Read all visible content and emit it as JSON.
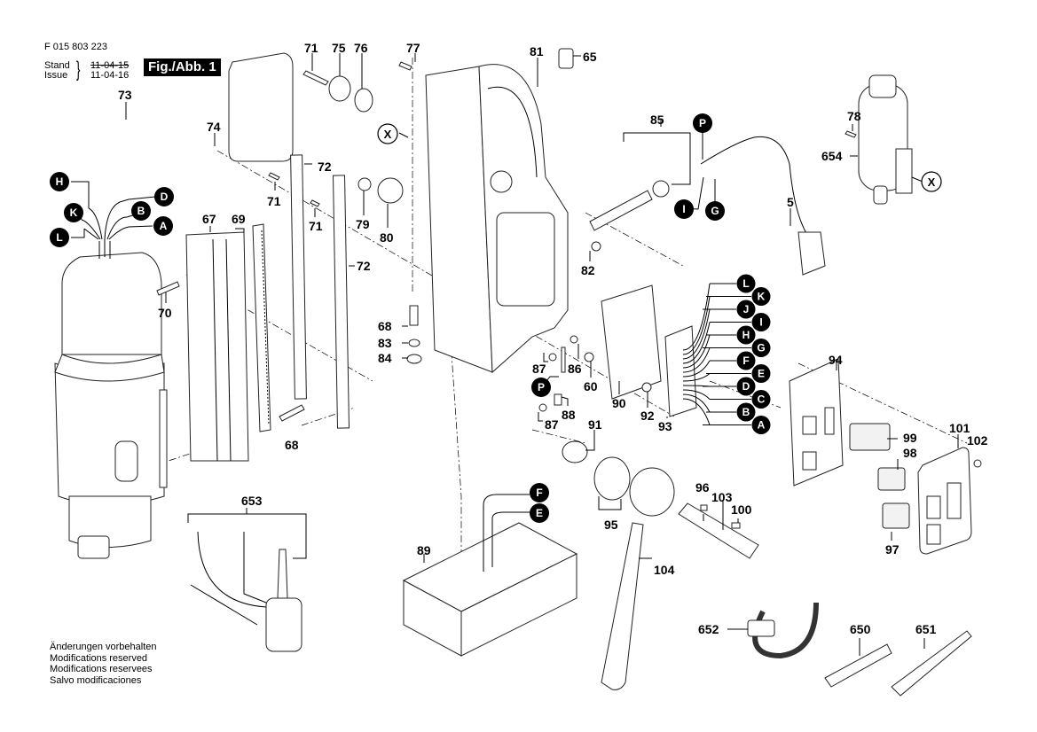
{
  "header": {
    "doc_number": "F 015 803 223",
    "stand_label": "Stand",
    "issue_label": "Issue",
    "brace": "}",
    "stand_date": "11-04-15",
    "issue_date": "11-04-16",
    "figure_label": "Fig./Abb. 1"
  },
  "footer": {
    "lines": [
      "Änderungen vorbehalten",
      "Modifications reserved",
      "Modifications reservees",
      "Salvo modificaciones"
    ]
  },
  "parts": {
    "p5": "5",
    "p60": "60",
    "p65": "65",
    "p67": "67",
    "p68a": "68",
    "p68b": "68",
    "p69": "69",
    "p70": "70",
    "p71a": "71",
    "p71b": "71",
    "p71c": "71",
    "p72a": "72",
    "p72b": "72",
    "p73": "73",
    "p74": "74",
    "p75": "75",
    "p76": "76",
    "p77": "77",
    "p78": "78",
    "p79": "79",
    "p80": "80",
    "p81": "81",
    "p82": "82",
    "p83": "83",
    "p84": "84",
    "p85": "85",
    "p86": "86",
    "p87a": "87",
    "p87b": "87",
    "p88": "88",
    "p89": "89",
    "p90": "90",
    "p91": "91",
    "p92": "92",
    "p93": "93",
    "p94": "94",
    "p95": "95",
    "p96": "96",
    "p97": "97",
    "p98": "98",
    "p99": "99",
    "p100": "100",
    "p101": "101",
    "p102": "102",
    "p103": "103",
    "p104": "104",
    "p650": "650",
    "p651": "651",
    "p652": "652",
    "p653": "653",
    "p654": "654"
  },
  "wire_badges": {
    "motor": [
      "H",
      "D",
      "K",
      "B",
      "A",
      "L"
    ],
    "cable": [
      "P",
      "I",
      "G"
    ],
    "board": [
      "L",
      "K",
      "J",
      "I",
      "H",
      "G",
      "F",
      "E",
      "D",
      "C",
      "B",
      "A"
    ],
    "magnet": [
      "F",
      "E"
    ],
    "switch_link": "P"
  },
  "cross_reference": {
    "marker": "X"
  }
}
